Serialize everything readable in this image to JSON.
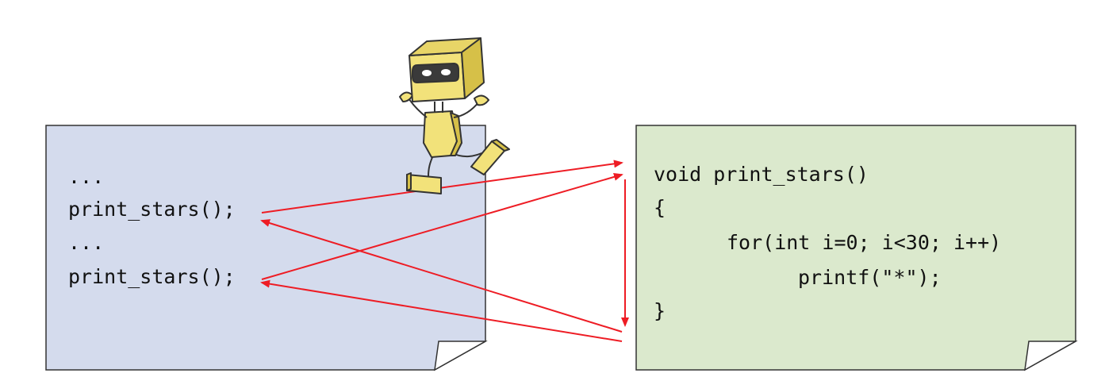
{
  "caller_panel": {
    "lines": [
      "...",
      "print_stars();",
      "...",
      "print_stars();"
    ],
    "fill": "#d4dbed"
  },
  "function_panel": {
    "lines": [
      "void print_stars()",
      "{",
      "for(int i=0; i<30; i++)",
      "printf(\"*\");",
      "}"
    ],
    "fill": "#dbe9cd"
  },
  "colors": {
    "arrow": "#ee1c24",
    "outline": "#333333",
    "robot_body": "#f2e27a",
    "robot_shade": "#d6c048"
  },
  "icons": [
    "robot-mascot-icon"
  ]
}
